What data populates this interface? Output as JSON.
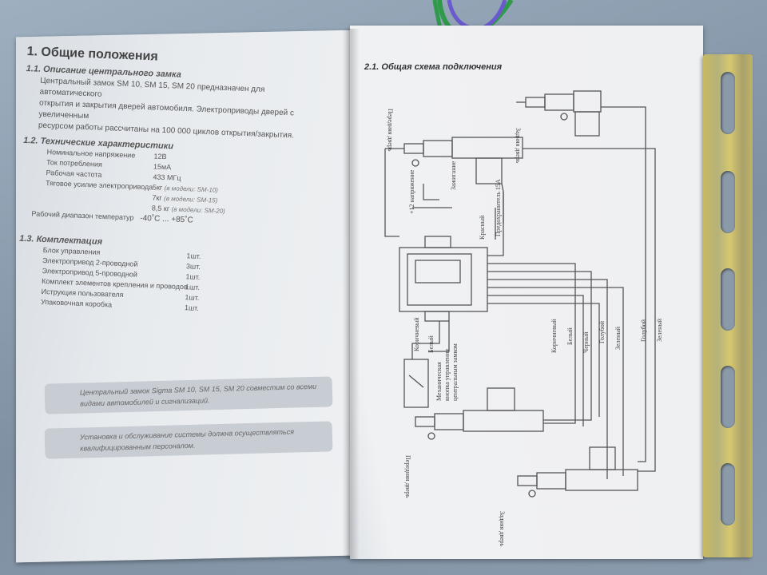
{
  "left_page": {
    "title": "1. Общие положения",
    "section_1_1": {
      "heading": "1.1. Описание центрального замка",
      "lines": [
        "Центральный замок SM 10, SM 15, SM 20 предназначен для автоматического",
        "открытия и закрытия дверей автомобиля. Электроприводы дверей с увеличенным",
        "ресурсом работы рассчитаны на 100 000 циклов открытия/закрытия."
      ]
    },
    "section_1_2": {
      "heading": "1.2. Технические характеристики",
      "rows": [
        {
          "label": "Номинальное напряжение",
          "value": "12В",
          "note": ""
        },
        {
          "label": "Ток потребления",
          "value": "15мА",
          "note": ""
        },
        {
          "label": "Рабочая частота",
          "value": "433 МГц",
          "note": ""
        },
        {
          "label": "Тяговое усилие электропривода",
          "value": "5кг",
          "note": "(в модели: SM-10)"
        },
        {
          "label": "",
          "value": "7кг",
          "note": "(в модели: SM-15)"
        },
        {
          "label": "",
          "value": "8,5 кг",
          "note": "(в модели: SM-20)"
        },
        {
          "label": "Рабочий диапазон температур",
          "value": "-40˚С ... +85˚С",
          "note": ""
        }
      ]
    },
    "section_1_3": {
      "heading": "1.3. Комплектация",
      "rows": [
        {
          "label": "Блок управления",
          "value": "1шт."
        },
        {
          "label": "Электропривод 2-проводной",
          "value": "3шт."
        },
        {
          "label": "Электропривод 5-проводной",
          "value": "1шт."
        },
        {
          "label": "Комплект элементов крепления и проводов",
          "value": "1шт."
        },
        {
          "label": "Иструкция пользователя",
          "value": "1шт."
        },
        {
          "label": "Упаковочная коробка",
          "value": "1шт."
        }
      ]
    },
    "note_1": {
      "line1": "Центральный замок Sigma SM 10, SM 15, SM 20 совместим со всеми",
      "line2": "видами автомобилей и сигнализаций."
    },
    "note_2": {
      "line1": "Установка и обслуживание системы должна осуществляться",
      "line2": "квалифицированным персоналом."
    }
  },
  "right_page": {
    "title": "2.1. Общая схема подключения",
    "labels": {
      "rear_door": "Задняя дверь",
      "front_door": "Передняя дверь",
      "plus12": "+12 напряжение",
      "ignition": "Зажигание",
      "fuse": "Предохранитель 15А",
      "red": "Красный",
      "brown": "Коричневый",
      "white": "Белый",
      "mech_button_1": "Механическая",
      "mech_button_2": "кнопка управления",
      "mech_button_3": "центральным замком",
      "wire_brown": "Коричневый",
      "wire_white": "Белый",
      "wire_black": "Черный",
      "wire_blue": "Голубой",
      "wire_green": "Зеленый",
      "wire_blue2": "Голубой",
      "wire_green2": "Зеленый"
    }
  },
  "colors": {
    "paper": "#eef0f2",
    "note_box": "#c8cdd3",
    "bracket": "#c8b860",
    "wire_green": "#2e9a4a",
    "wire_purple": "#6a5acd"
  }
}
